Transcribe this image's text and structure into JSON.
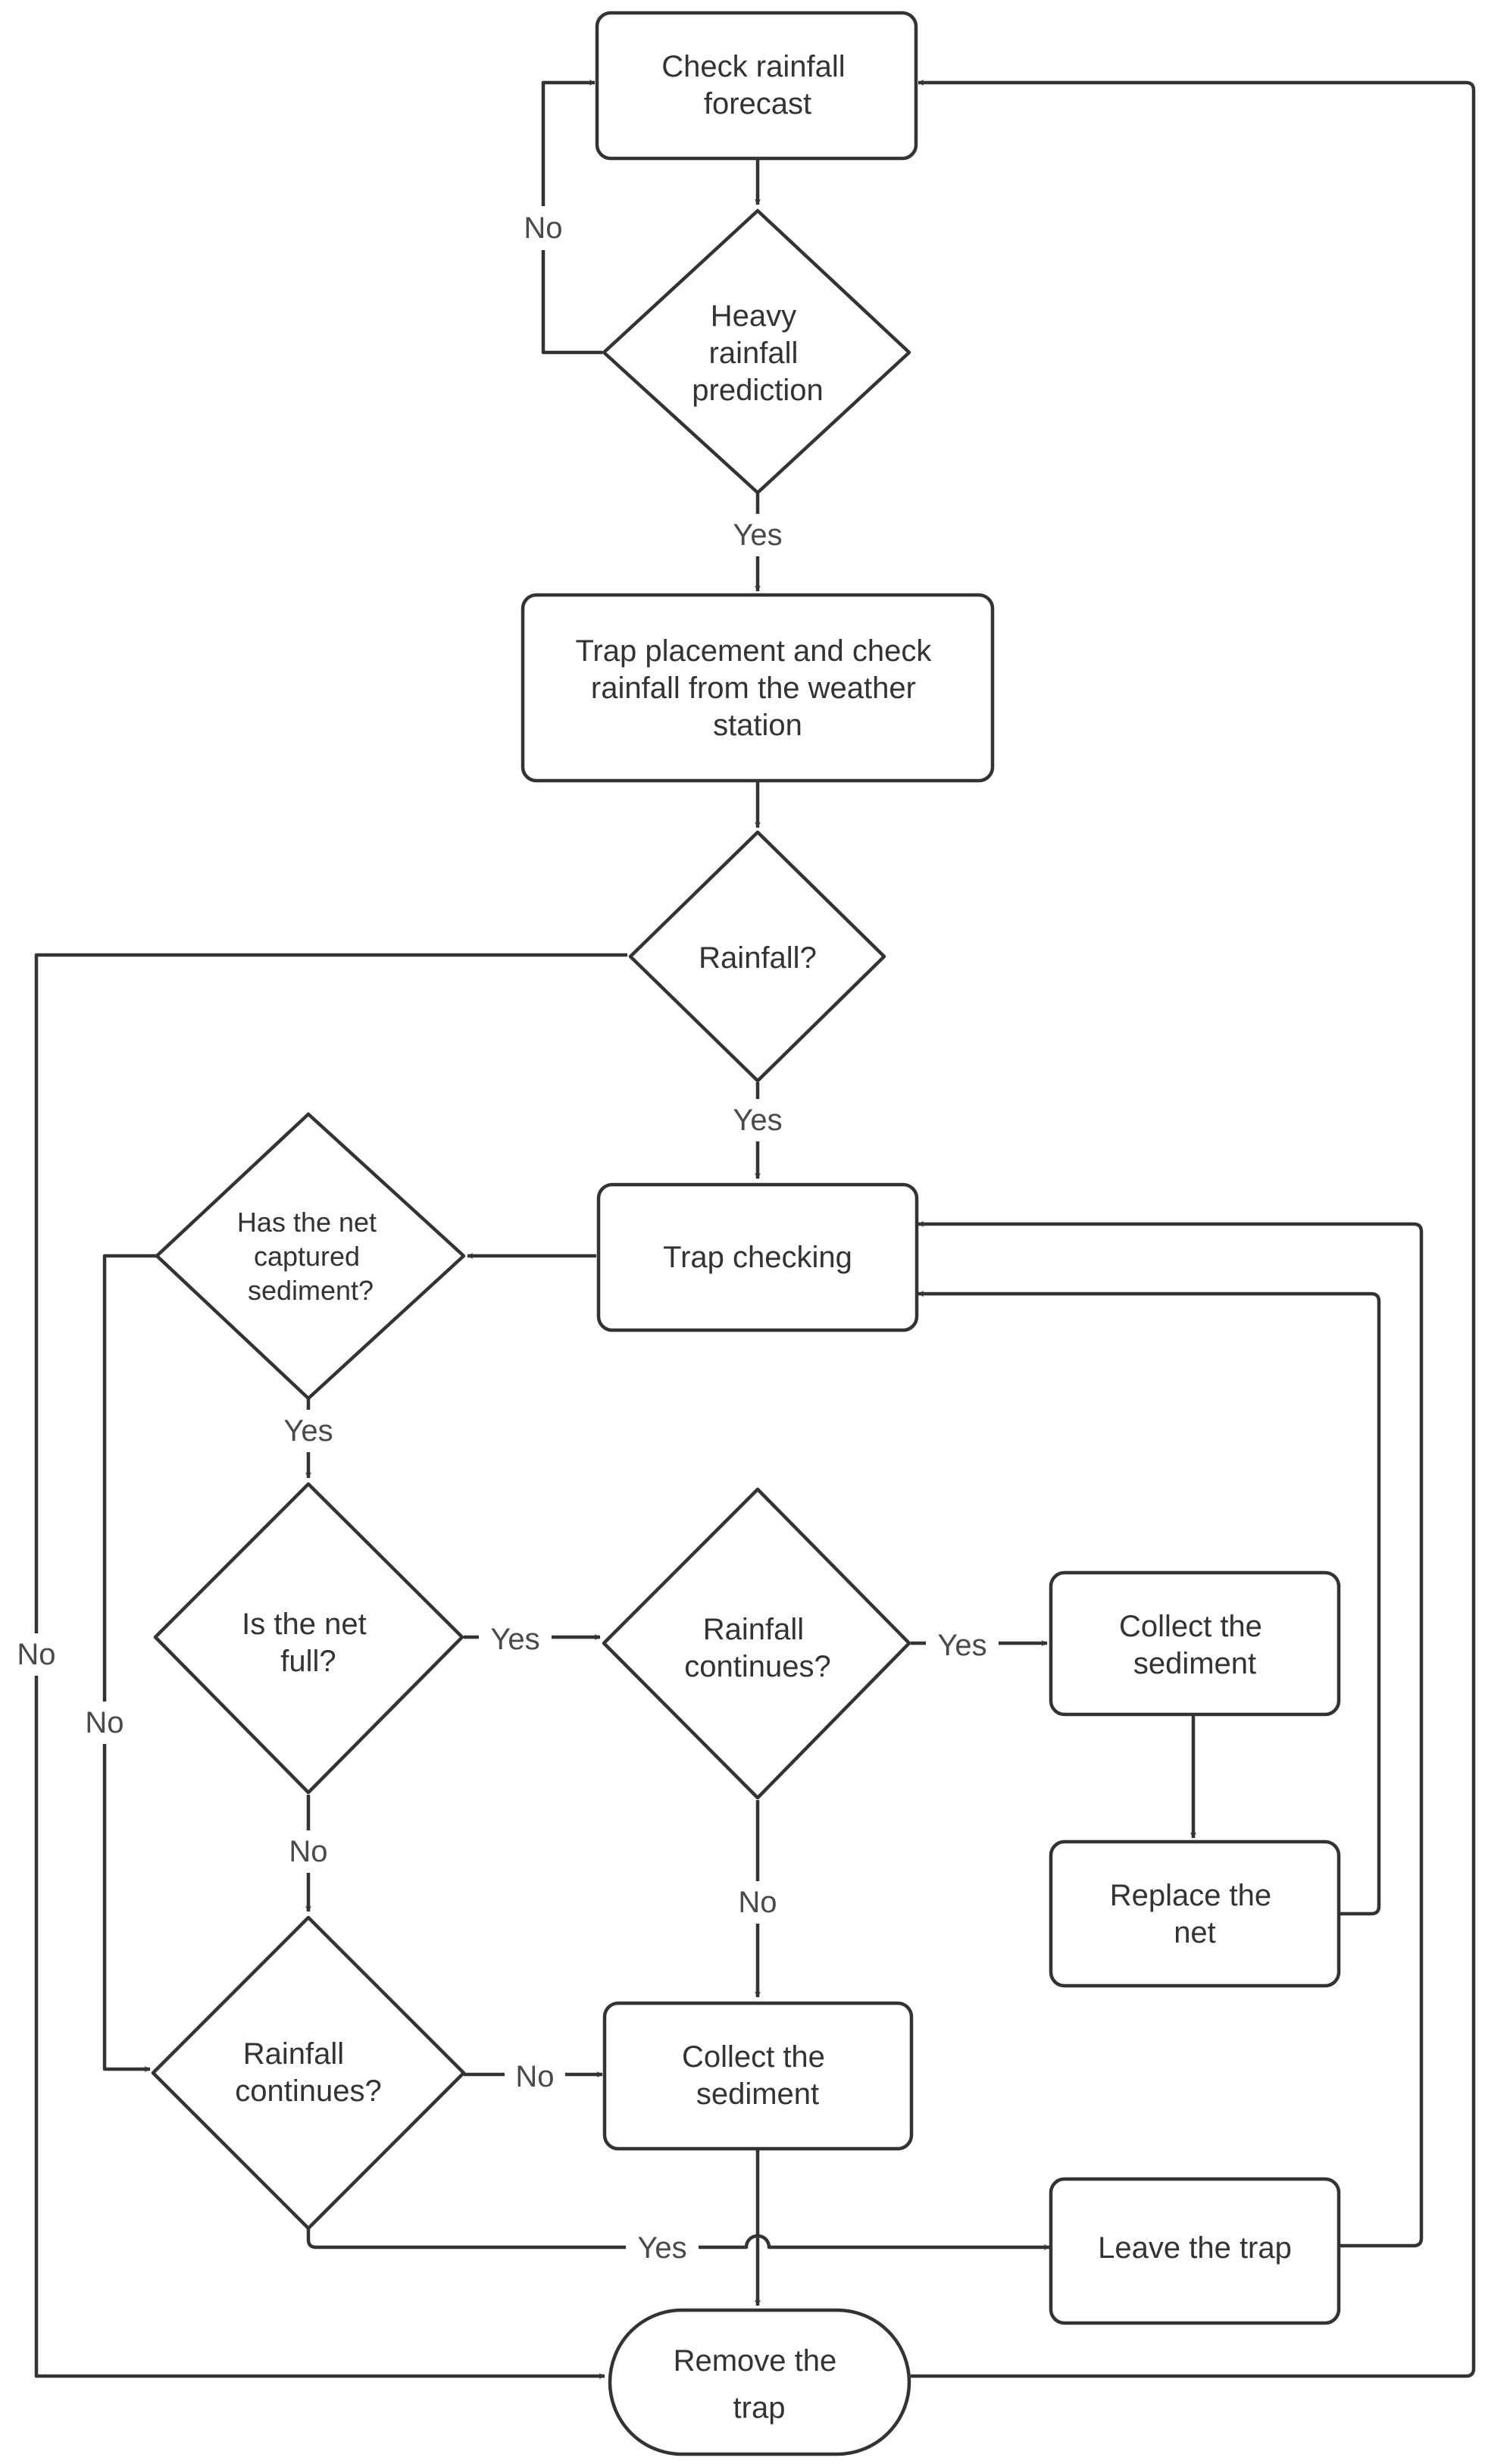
{
  "nodes": {
    "check_forecast": [
      "Check rainfall",
      "forecast"
    ],
    "heavy_rainfall": [
      "Heavy",
      "rainfall",
      "prediction"
    ],
    "trap_placement": [
      "Trap placement and check",
      "rainfall from the weather",
      "station"
    ],
    "rainfall": [
      "Rainfall?"
    ],
    "trap_checking": [
      "Trap checking"
    ],
    "net_captured": [
      "Has the net",
      "captured",
      "sediment?"
    ],
    "net_full": [
      "Is the net",
      "full?"
    ],
    "rain_continues_mid": [
      "Rainfall",
      "continues?"
    ],
    "collect_right": [
      "Collect the",
      "sediment"
    ],
    "replace_net": [
      "Replace the",
      "net"
    ],
    "rain_continues_low": [
      "Rainfall",
      "continues?"
    ],
    "collect_center": [
      "Collect the",
      "sediment"
    ],
    "leave_trap": [
      "Leave the trap"
    ],
    "remove_trap": [
      "Remove the",
      "trap"
    ]
  },
  "edge_labels": {
    "forecast_no": "No",
    "heavy_yes": "Yes",
    "rainfall_yes": "Yes",
    "rainfall_no": "No",
    "captured_yes": "Yes",
    "captured_no": "No",
    "full_yes": "Yes",
    "full_no": "No",
    "mid_yes": "Yes",
    "mid_no": "No",
    "low_no": "No",
    "low_yes": "Yes"
  },
  "colors": {
    "stroke": "#333333",
    "text": "#333333",
    "background": "#ffffff"
  }
}
